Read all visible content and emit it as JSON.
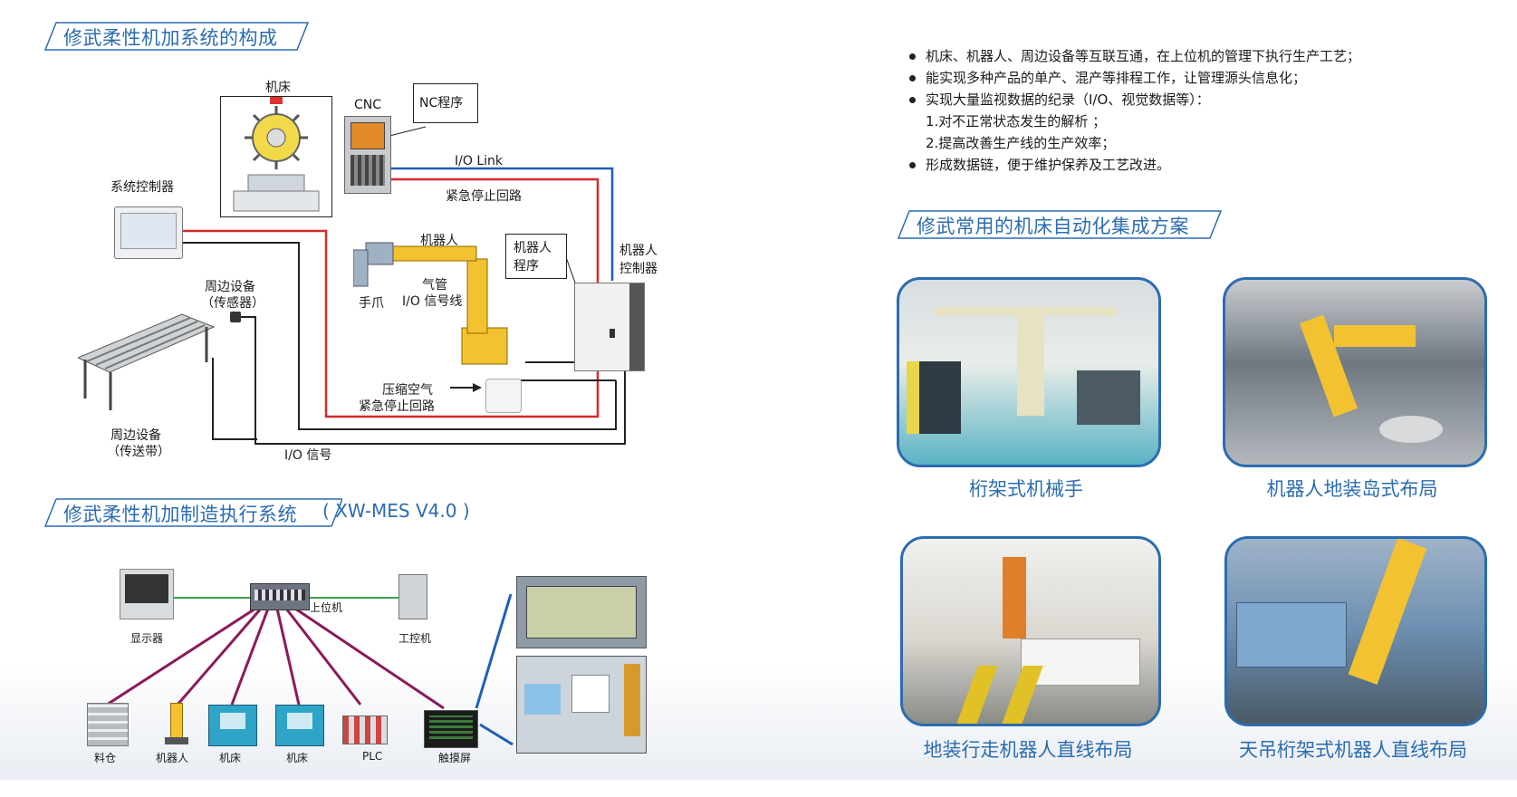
{
  "left": {
    "section1_title": "修武柔性机加系统的构成",
    "diagram": {
      "machine": "机床",
      "cnc": "CNC",
      "nc_program": "NC程序",
      "io_link": "I/O Link",
      "estop_loop_top": "紧急停止回路",
      "system_controller": "系统控制器",
      "robot": "机器人",
      "robot_program_line1": "机器人",
      "robot_program_line2": "程序",
      "robot_controller_line1": "机器人",
      "robot_controller_line2": "控制器",
      "peripheral_sensor_line1": "周边设备",
      "peripheral_sensor_line2": "（传感器）",
      "gripper": "手爪",
      "air_pipe": "气管",
      "io_signal_line": "I/O 信号线",
      "compressed_air": "压缩空气",
      "estop_loop_bottom": "紧急停止回路",
      "peripheral_conveyor_line1": "周边设备",
      "peripheral_conveyor_line2": "（传送带）",
      "io_signal": "I/O 信号"
    },
    "section2_title": "修武柔性机加制造执行系统",
    "section2_note": "( XW-MES V4.0 )",
    "mes": {
      "display": "显示器",
      "host": "上位机",
      "ipc": "工控机",
      "devices": [
        "料仓",
        "机器人",
        "机床",
        "机床",
        "PLC",
        "触摸屏"
      ]
    }
  },
  "right": {
    "bullets": [
      {
        "dot": true,
        "text": "机床、机器人、周边设备等互联互通，在上位机的管理下执行生产工艺；"
      },
      {
        "dot": true,
        "text": "能实现多种产品的单产、混产等排程工作，让管理源头信息化；"
      },
      {
        "dot": true,
        "text": "实现大量监视数据的纪录（I/O、视觉数据等）："
      },
      {
        "dot": false,
        "text": "1.对不正常状态发生的解析 ；"
      },
      {
        "dot": false,
        "text": "2.提高改善生产线的生产效率；"
      },
      {
        "dot": true,
        "text": "形成数据链，便于维护保养及工艺改进。"
      }
    ],
    "section3_title": "修武常用的机床自动化集成方案",
    "solutions": [
      "桁架式机械手",
      "机器人地装岛式布局",
      "地装行走机器人直线布局",
      "天吊桁架式机器人直线布局"
    ]
  },
  "colors": {
    "accent": "#2b6cb0",
    "red_wire": "#d62b2b",
    "blue_wire": "#1f5fb8",
    "mes_wire": "#8b1a5a",
    "robot_yellow": "#f2c230"
  }
}
